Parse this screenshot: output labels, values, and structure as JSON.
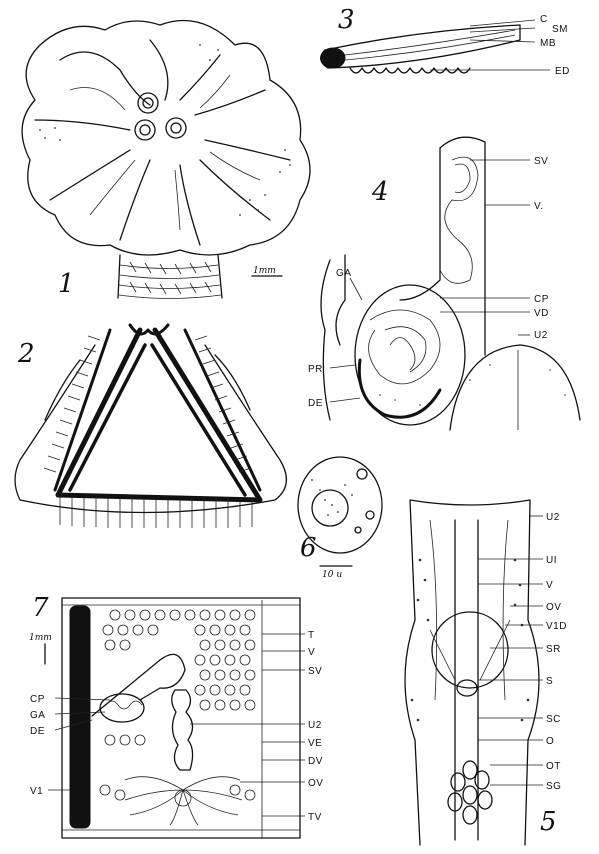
{
  "figures": {
    "f1": {
      "number": "1",
      "scale": "1mm"
    },
    "f2": {
      "number": "2"
    },
    "f3": {
      "number": "3",
      "labels": [
        "C",
        "SM",
        "MB",
        "ED"
      ]
    },
    "f4": {
      "number": "4",
      "labels": [
        "SV",
        "V.",
        "GA",
        "CP",
        "VD",
        "U2",
        "PR",
        "DE"
      ]
    },
    "f5": {
      "number": "5",
      "labels": [
        "U2",
        "UI",
        "V",
        "OV",
        "V1D",
        "SR",
        "S",
        "SC",
        "O",
        "OT",
        "SG"
      ]
    },
    "f6": {
      "number": "6",
      "scale": "10 u"
    },
    "f7": {
      "number": "7",
      "scale": "1mm",
      "labels": [
        "T",
        "V",
        "SV",
        "CP",
        "GA",
        "DE",
        "U2",
        "VE",
        "DV",
        "OV",
        "TV",
        "V1"
      ]
    }
  },
  "colors": {
    "ink": "#111111",
    "paper": "#ffffff"
  }
}
